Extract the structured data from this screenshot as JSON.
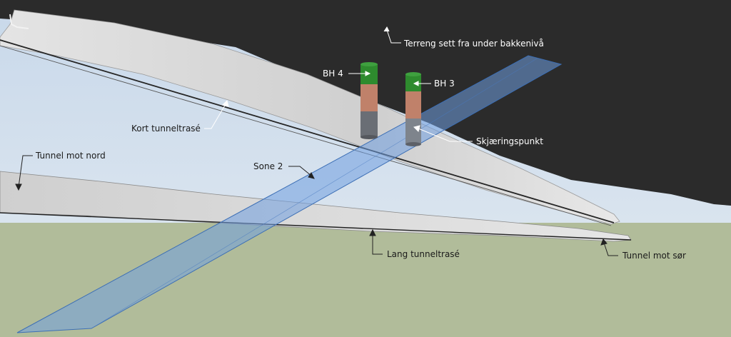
{
  "labels": {
    "terrain": "Terreng sett fra under bakkenivå",
    "bh4": "BH 4",
    "bh3": "BH 3",
    "intersection": "Skjæringspunkt",
    "short_route": "Kort tunneltrasé",
    "tunnel_north": "Tunnel mot nord",
    "zone2": "Sone 2",
    "long_route": "Lang tunneltrasé",
    "tunnel_south": "Tunnel mot sør"
  },
  "colors": {
    "terrain_underside": "#2b2b2b",
    "sky": "#d4e0ec",
    "ground": "#b1bc9a",
    "tunnel_surface": "#d9d9d9",
    "zone_plane": "#6f9fe0",
    "borehole_top": "#2e8b2e",
    "borehole_mid": "#c0816a",
    "borehole_bottom": "#6a6e75"
  }
}
